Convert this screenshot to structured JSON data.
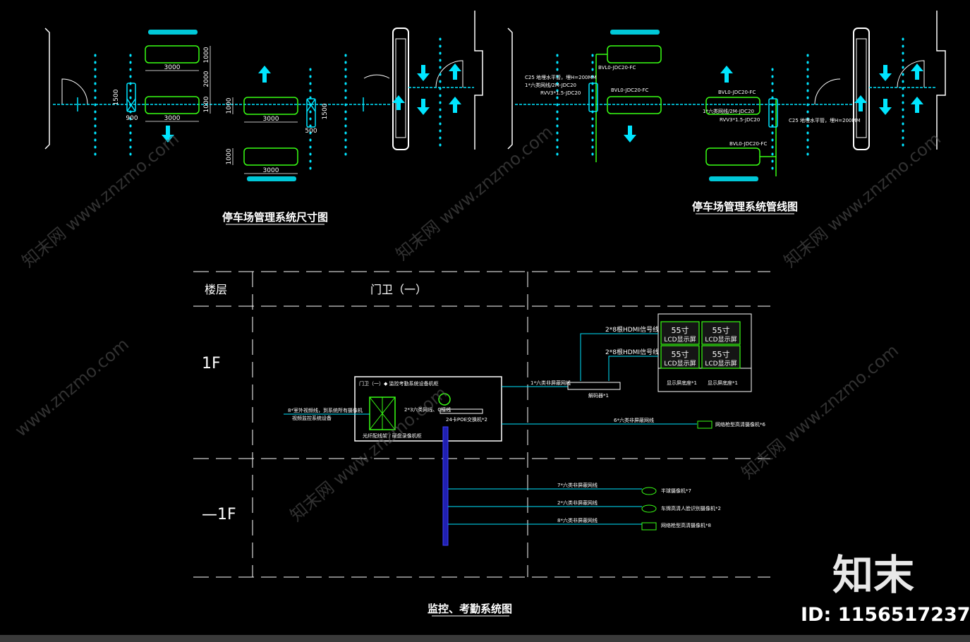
{
  "colors": {
    "background": "#000000",
    "cyan": "#00e5ff",
    "white": "#ffffff",
    "green": "#39ff14",
    "blue": "#2020b0"
  },
  "drawing1": {
    "title": "停车场管理系统尺寸图",
    "dims": {
      "d1000": "1000",
      "d2000": "2000",
      "d3000": "3000",
      "d1500": "1500",
      "d500": "500",
      "d900": "900"
    }
  },
  "drawing2": {
    "title": "停车场管理系统管线图",
    "labels": {
      "bv_fc": "BVL0-JDC20-FC",
      "bv_fc2": "BVL0-JDC20-FC",
      "bv_fc3": "BVL0-JDC20-FC",
      "bv_fc4": "BVL0-JDC20-FC",
      "c25": "C25 地埋水平管，埋H=200MM",
      "c25b": "C25 地埋水平管，埋H=200MM",
      "cable": "1*六类网线/2M-JDC20",
      "cable2": "1*六类网线/2M-JDC20",
      "rvv": "RVV3*1.5-JDC20",
      "rvv2": "RVV3*1.5-JDC20"
    }
  },
  "drawing3": {
    "title": "监控、考勤系统图",
    "header_floor": "楼层",
    "header_gate": "门卫（一）",
    "floor1": "1F",
    "floorB1": "—1F",
    "box_caption": "门卫（一）◆ 监控考勤系统设备机柜",
    "line_left": "8*室外视频线，到系统所有摄像机",
    "line_left2": "视频监控系统设备",
    "switch_label": "2*3六类网线、C接线",
    "poe": "24卡POE交换机*2",
    "box_note": "光纤配线架 / 硬盘录像机柜",
    "hdmi1": "2*8根HDMI信号线",
    "hdmi2": "2*8根HDMI信号线",
    "lcd": "55寸",
    "lcd2": "LCD显示屏",
    "screen_label": "显示屏底座*1",
    "decoder_line": "1*六类非屏蔽网线",
    "decoder": "解码器*1",
    "cam_line1": "6*六类非屏蔽网线",
    "cam1": "网络枪型高清摄像机*6",
    "cam_line2": "7*六类非屏蔽网线",
    "cam2": "半球摄像机*7",
    "cam_line3": "2*六类非屏蔽网线",
    "cam3": "车牌高清人脸识别摄像机*2",
    "cam_line4": "8*六类非屏蔽网线",
    "cam4": "网络枪型高清摄像机*8"
  },
  "brand": {
    "logo": "知末",
    "id": "ID: 1156517237",
    "watermark": "知末网 www.znzmo.com"
  }
}
